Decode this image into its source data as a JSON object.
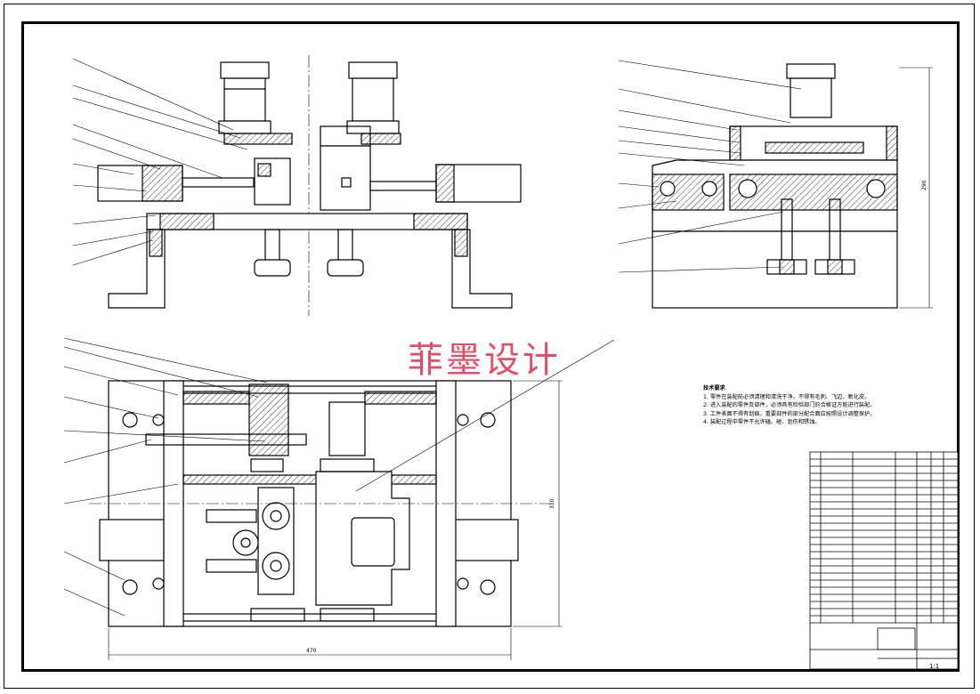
{
  "drawing": {
    "watermark_text": "菲墨设计",
    "scale_label": "1:1",
    "technical_requirements": {
      "title": "技术要求",
      "items": [
        "1. 零件在装配前必须清理和清洗干净，不得有毛刺、飞边、氧化皮。",
        "2. 进入装配的零件及部件，必须具有检验部门的合格证方能进行装配。",
        "3. 工件表面不得有划痕，重要部件的部分配合面应按照设计调整保护。",
        "4. 装配过程中零件不允许磕、碰、划伤和锈蚀。"
      ]
    },
    "dimensions": {
      "front_view_width": "470",
      "plan_view_height": "310",
      "side_view_height": "290"
    },
    "colors": {
      "line": "#000000",
      "watermark": "#e0506a",
      "hatch": "#000000",
      "background": "#ffffff"
    }
  }
}
